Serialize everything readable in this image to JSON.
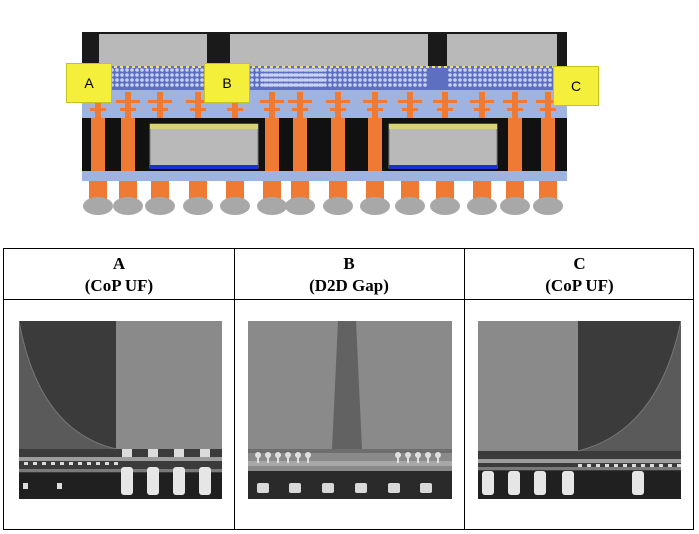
{
  "figure": {
    "callouts": [
      {
        "id": "A",
        "label": "A"
      },
      {
        "id": "B",
        "label": "B"
      },
      {
        "id": "C",
        "label": "C"
      }
    ]
  },
  "table": {
    "columns": [
      {
        "letter": "A",
        "caption": "(CoP UF)"
      },
      {
        "letter": "B",
        "caption": "(D2D Gap)"
      },
      {
        "letter": "C",
        "caption": "(CoP UF)"
      }
    ]
  },
  "colors": {
    "die": "#b9b9b9",
    "mold": "#1a1a1a",
    "copper": "#ee7a33",
    "substrate": "#9fb3e0",
    "bumps": "#3a4fa8",
    "callout": "#f4ef3a",
    "solder_ball": "#a8a8a8"
  }
}
